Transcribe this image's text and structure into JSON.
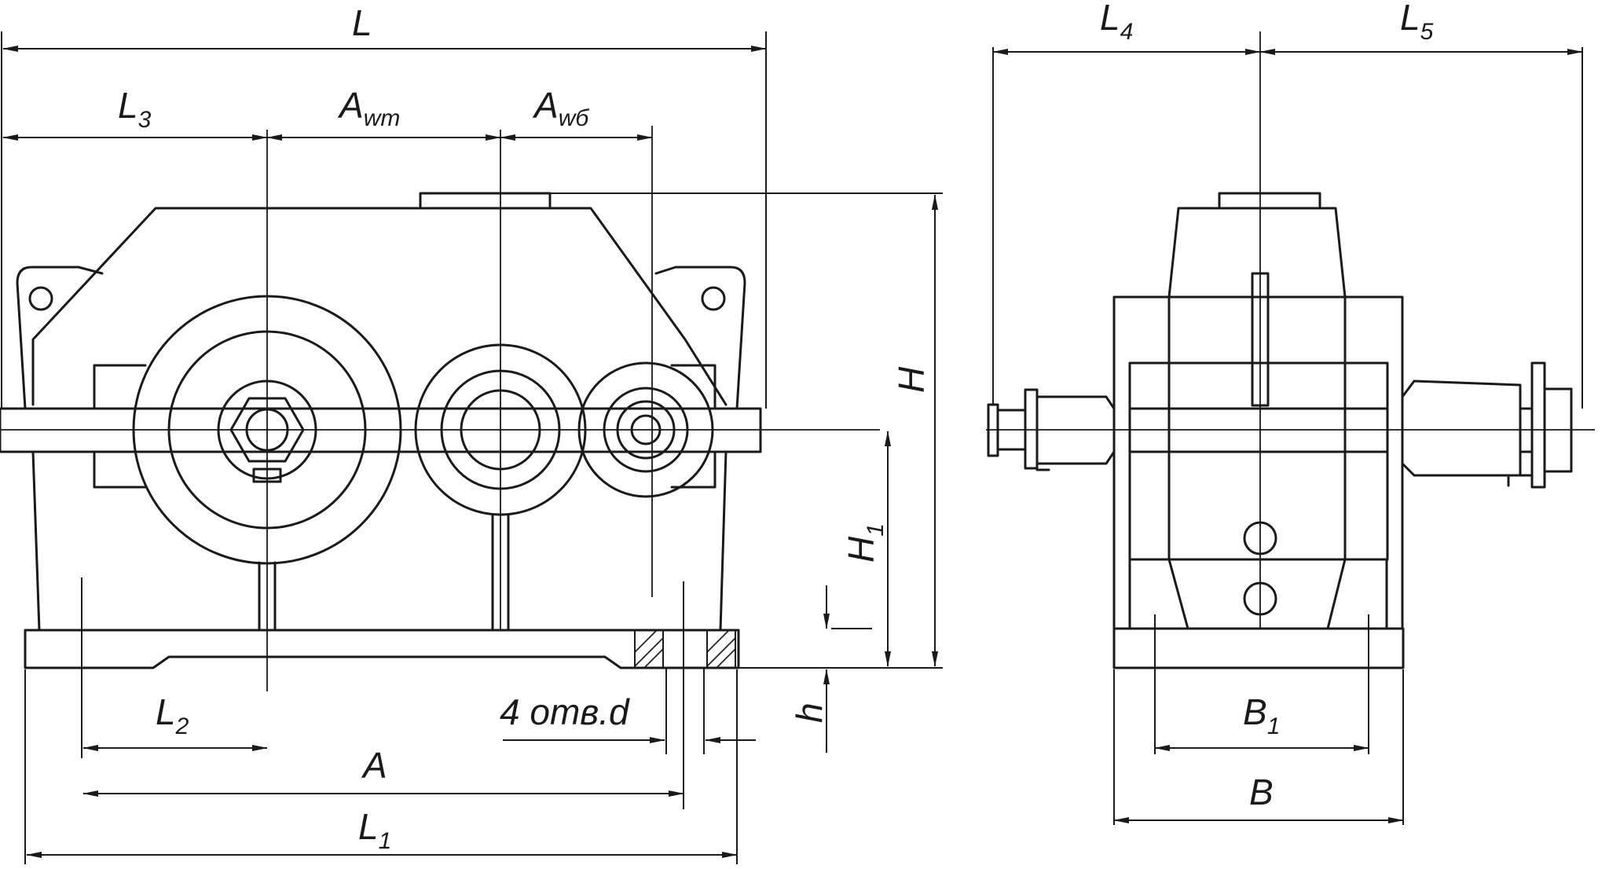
{
  "labels": {
    "L": {
      "main": "L",
      "sub": ""
    },
    "L1": {
      "main": "L",
      "sub": "1"
    },
    "L2": {
      "main": "L",
      "sub": "2"
    },
    "L3": {
      "main": "L",
      "sub": "3"
    },
    "L4": {
      "main": "L",
      "sub": "4"
    },
    "L5": {
      "main": "L",
      "sub": "5"
    },
    "Awt": {
      "main": "A",
      "sub": "wт"
    },
    "Awb": {
      "main": "A",
      "sub": "wб"
    },
    "A": {
      "main": "A",
      "sub": ""
    },
    "H": {
      "main": "H",
      "sub": ""
    },
    "H1": {
      "main": "H",
      "sub": "1"
    },
    "h": {
      "main": "h",
      "sub": ""
    },
    "B": {
      "main": "B",
      "sub": ""
    },
    "B1": {
      "main": "B",
      "sub": "1"
    },
    "holes": {
      "main": "4 отв.d",
      "sub": ""
    }
  }
}
